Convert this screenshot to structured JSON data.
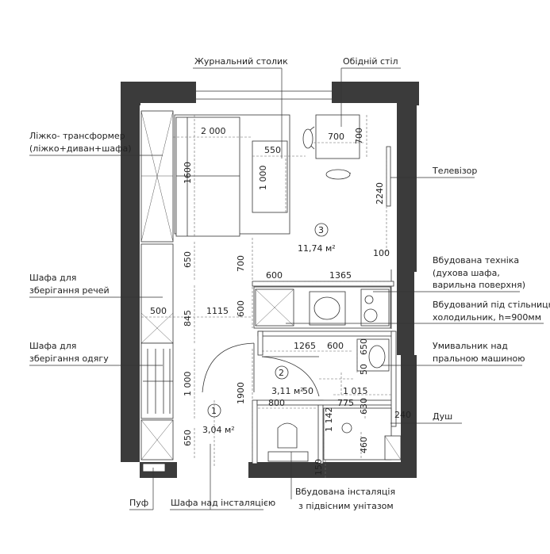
{
  "callouts": {
    "coffee_table": "Журнальний столик",
    "dining_table": "Обідній стіл",
    "bed_line1": "Ліжко- трансформер",
    "bed_line2": "(ліжко+диван+шафа)",
    "tv": "Телевізор",
    "appliances_line1": "Вбудована техніка",
    "appliances_line2": "(духова шафа,",
    "appliances_line3": "варильна поверхня)",
    "fridge_line1": "Вбудований під стільницю",
    "fridge_line2": "холодильник, h=900мм",
    "wardrobe1_line1": "Шафа для",
    "wardrobe1_line2": "зберігання речей",
    "wardrobe2_line1": "Шафа для",
    "wardrobe2_line2": "зберігання одягу",
    "sink_line1": "Умивальник над",
    "sink_line2": "пральною машиною",
    "shower": "Душ",
    "pouf": "Пуф",
    "install_cabinet": "Шафа над інсталяцією",
    "wc_line1": "Вбудована інсталяція",
    "wc_line2": "з підвісним унітазом"
  },
  "rooms": {
    "r1_number": "1",
    "r1_area": "3,04 м²",
    "r2_number": "2",
    "r2_area": "3,11 м²",
    "r3_number": "3",
    "r3_area": "11,74 м²"
  },
  "dims": {
    "d2000": "2 000",
    "d550": "550",
    "d1000a": "1 000",
    "d700a": "700",
    "d700b": "700",
    "d1600": "1600",
    "d2240": "2240",
    "d100": "100",
    "d650a": "650",
    "d700c": "700",
    "d600a": "600",
    "d1365": "1365",
    "d500": "500",
    "d1115": "1115",
    "d600b": "600",
    "d845": "845",
    "d1265": "1265",
    "d600c": "600",
    "d650b": "650",
    "d50a": "50",
    "d1000b": "1 000",
    "d1900": "1900",
    "d50b": "50",
    "d1015": "1 015",
    "d800": "800",
    "d775": "775",
    "d630": "630",
    "d240": "240",
    "d1142": "1 142",
    "d460": "460",
    "d650c": "650",
    "d150": "150"
  }
}
